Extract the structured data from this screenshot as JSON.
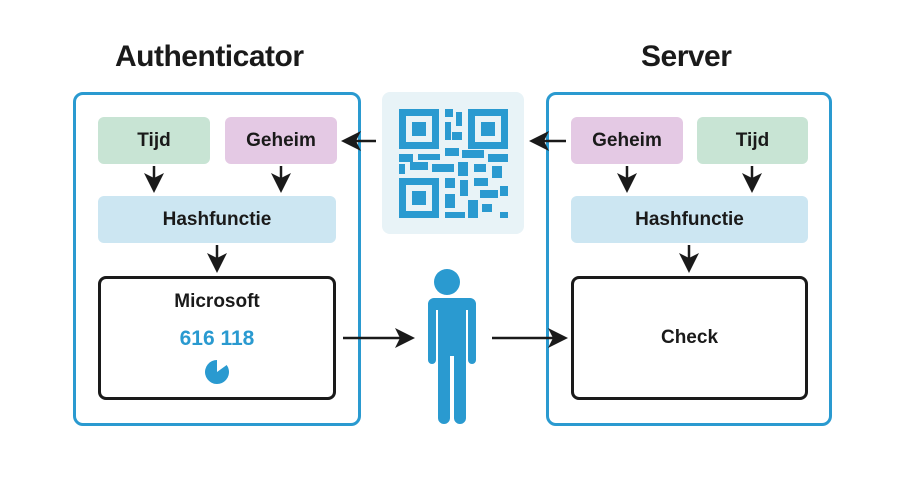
{
  "left": {
    "title": "Authenticator",
    "tijd": "Tijd",
    "geheim": "Geheim",
    "hash": "Hashfunctie",
    "app_name": "Microsoft",
    "code": "616 118",
    "timer_remaining_fraction": 0.85
  },
  "right": {
    "title": "Server",
    "geheim": "Geheim",
    "tijd": "Tijd",
    "hash": "Hashfunctie",
    "check": "Check"
  },
  "colors": {
    "accent": "#2a9ad0",
    "tijd": "#c8e4d4",
    "geheim": "#e4c9e4",
    "hash": "#cce6f2"
  }
}
